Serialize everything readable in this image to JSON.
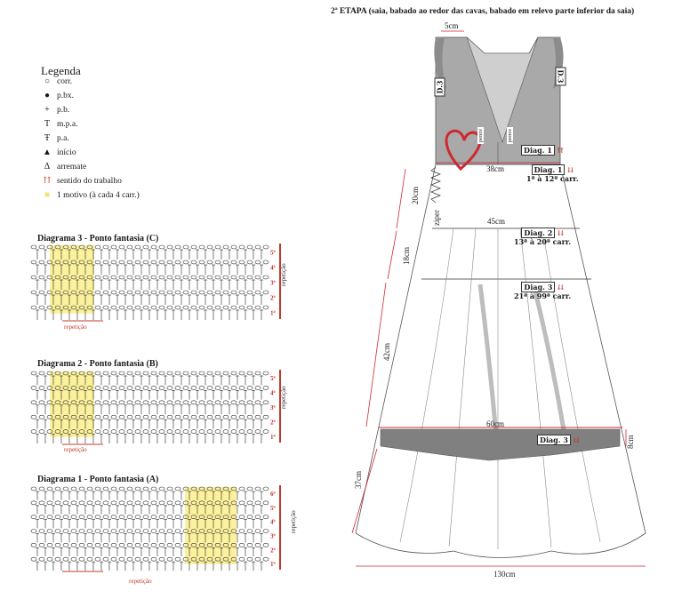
{
  "legend": {
    "title": "Legenda",
    "items": [
      {
        "symbol": "○",
        "label": "corr."
      },
      {
        "symbol": "●",
        "label": "p.bx."
      },
      {
        "symbol": "+",
        "label": "p.b."
      },
      {
        "symbol": "T",
        "label": "m.p.a."
      },
      {
        "symbol": "Ŧ",
        "label": "p.a."
      },
      {
        "symbol": "▲",
        "label": "início"
      },
      {
        "symbol": "Δ",
        "label": "arremate"
      },
      {
        "symbol": "⇈",
        "label": "sentido do trabalho"
      },
      {
        "symbol": "■",
        "label": "1 motivo (à cada 4 carr.)"
      }
    ]
  },
  "diagrams": [
    {
      "title": "Diagrama 3 - Ponto fantasia (C)",
      "repeat_label": "repetição",
      "side_label": "repetição",
      "rows": [
        "5ª",
        "4ª",
        "3ª",
        "2ª",
        "1ª"
      ]
    },
    {
      "title": "Diagrama 2 - Ponto fantasia (B)",
      "repeat_label": "repetição",
      "side_label": "repetição",
      "rows": [
        "5ª",
        "4ª",
        "3ª",
        "2ª",
        "1ª"
      ]
    },
    {
      "title": "Diagrama 1 - Ponto fantasia (A)",
      "repeat_label": "repetição",
      "side_label": "repetição",
      "rows": [
        "6ª",
        "5ª",
        "4ª",
        "3ª",
        "2ª",
        "1ª"
      ]
    }
  ],
  "pattern": {
    "title": "2ª ETAPA (saia, babado ao redor das cavas, babado em relevo parte inferior da saia)",
    "strap_width": "5cm",
    "strap_tag": "D.3",
    "pence": "pence",
    "bodice_diag": "Diag. 1",
    "zipper": "ziper",
    "measures": {
      "waist": "38cm",
      "mid": "45cm",
      "hip": "60cm",
      "hem": "130cm",
      "h1": "20cm",
      "h2": "18cm",
      "h3": "42cm",
      "h4": "37cm",
      "ruffle": "8cm"
    },
    "sections": [
      {
        "diag": "Diag. 1",
        "rows": "1ª à 12ª carr."
      },
      {
        "diag": "Diag. 2",
        "rows": "13ª à 20ª carr."
      },
      {
        "diag": "Diag. 3",
        "rows": "21ª à 99ª carr."
      }
    ],
    "ruffle_diag": "Diag. 3"
  }
}
